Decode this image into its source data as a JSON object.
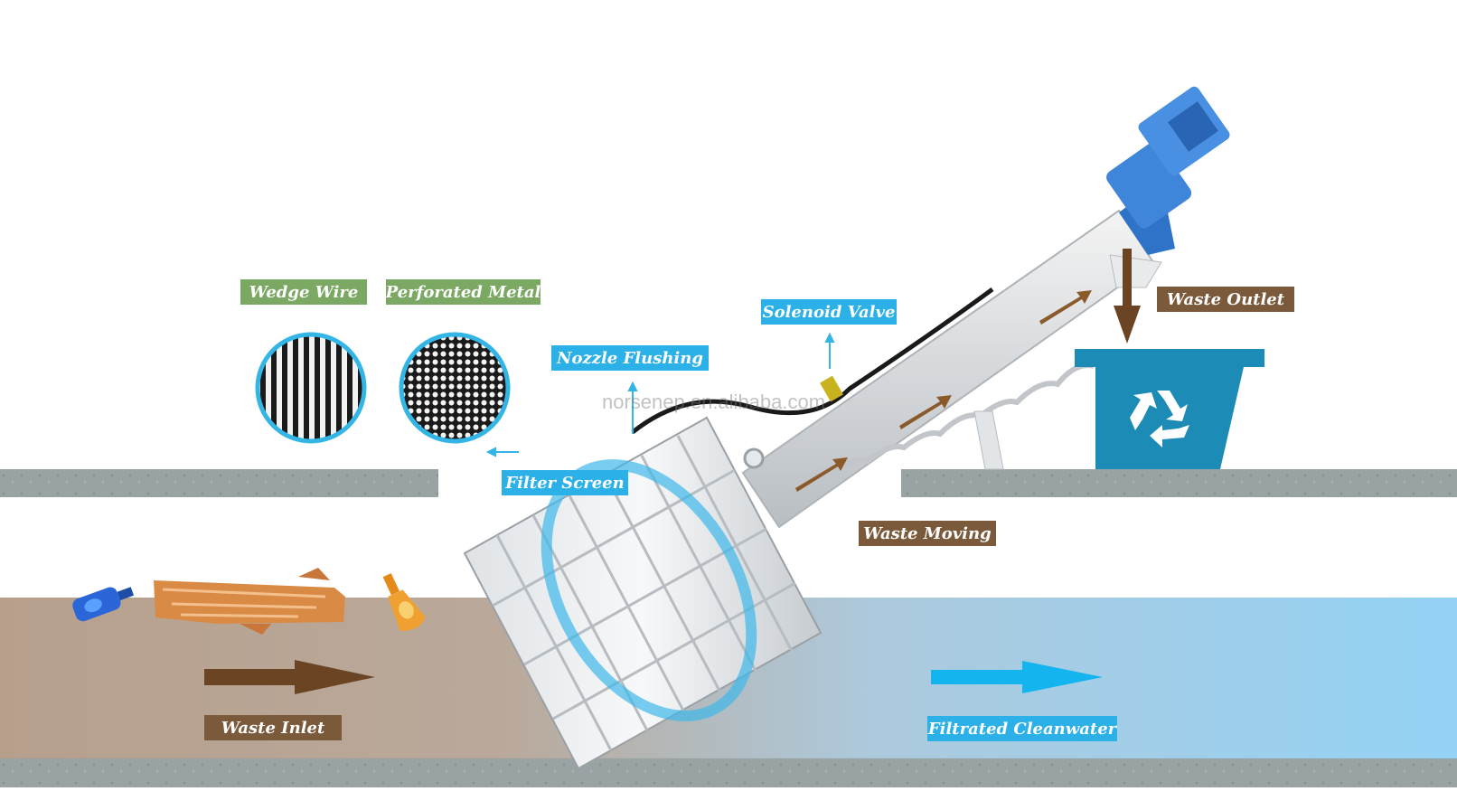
{
  "colors": {
    "green": "#7ba862",
    "blue": "#2bb0e8",
    "brown": "#7a5a3a",
    "ground": "#9aa3a3",
    "bin": "#1c8bb5"
  },
  "labels": {
    "wedge_wire": "Wedge Wire",
    "perforated_metal": "Perforated Metal",
    "nozzle_flushing": "Nozzle Flushing",
    "solenoid_valve": "Solenoid Valve",
    "waste_outlet": "Waste Outlet",
    "filter_screen": "Filter Screen",
    "waste_moving": "Waste Moving",
    "waste_inlet": "Waste Inlet",
    "filtrated_cleanwater": "Filtrated Cleanwater"
  },
  "watermark": "norsenep.en.alibaba.com",
  "icons": [
    "recycle-icon",
    "bottle-icon",
    "log-icon",
    "motor-icon"
  ]
}
